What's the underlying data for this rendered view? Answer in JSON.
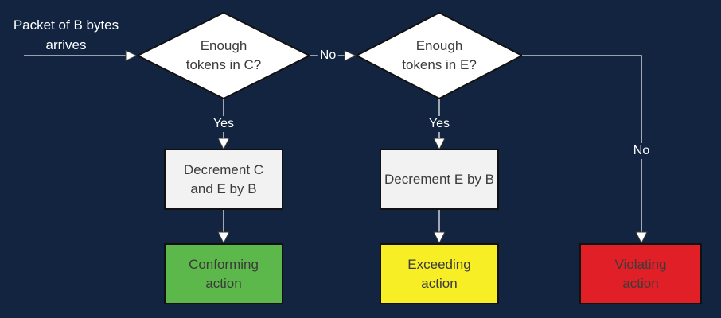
{
  "colors": {
    "background": "#122440",
    "node_fill": "#ffffff",
    "process_fill": "#f2f2f2",
    "green": "#5cb84a",
    "yellow": "#f8ee26",
    "red": "#e02026",
    "connector": "#c4cad2",
    "border": "#111111",
    "text_dark": "#3b3b3b",
    "text_light": "#ffffff"
  },
  "start": {
    "label": "Packet of B bytes\narrives"
  },
  "decisions": {
    "c": {
      "label": "Enough\ntokens in C?"
    },
    "e": {
      "label": "Enough\ntokens in E?"
    }
  },
  "edges": {
    "no_c": "No",
    "yes_c": "Yes",
    "yes_e": "Yes",
    "no_e": "No"
  },
  "processes": {
    "decrement_c_e": {
      "label": "Decrement C\nand E by B"
    },
    "decrement_e": {
      "label": "Decrement E by B"
    }
  },
  "actions": {
    "conforming": {
      "label": "Conforming\naction"
    },
    "exceeding": {
      "label": "Exceeding\naction"
    },
    "violating": {
      "label": "Violating\naction"
    }
  }
}
